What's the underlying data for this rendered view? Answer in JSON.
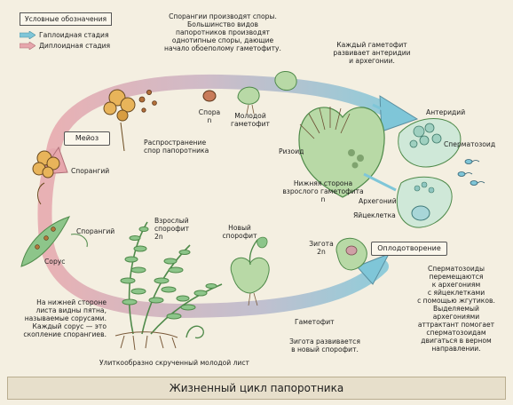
{
  "legend": {
    "title": "Условные обозначения",
    "haploid": "Гаплоидная стадия",
    "diploid": "Диплоидная стадия"
  },
  "colors": {
    "haploid": "#7fc6d8",
    "diploid": "#e6a6ac",
    "background": "#f4efe1",
    "leaf": "#8dc58a",
    "leaf_dark": "#4f8a4a",
    "sporangium": "#e8b45a",
    "gametophyte": "#b8d9a6"
  },
  "boxes": {
    "meiosis": "Мейоз",
    "fertilization": "Оплодотворение"
  },
  "labels": {
    "sporangia_intro": [
      "Спорангии производят споры.",
      "Большинство видов",
      "папоротников производят",
      "однотипные споры, дающие",
      "начало обоеполому гаметофиту."
    ],
    "each_gametophyte": [
      "Каждый гаметофит",
      "развивает антеридии",
      "и архегонии."
    ],
    "antheridium": "Антеридий",
    "spermatozoid": "Сперматозоид",
    "spore": [
      "Спора",
      "n"
    ],
    "young_gametophyte": [
      "Молодой",
      "гаметофит"
    ],
    "spore_dispersal": [
      "Распространение",
      "спор папоротника"
    ],
    "sporangium": "Спорангий",
    "rhizoid": "Ризоид",
    "underside": [
      "Нижняя сторона",
      "взрослого гаметофита",
      "n"
    ],
    "archegonium": "Архегоний",
    "egg_cell": "Яйцеклетка",
    "sporangium2": "Спорангий",
    "adult_sporophyte": [
      "Взрослый",
      "спорофит",
      "2n"
    ],
    "new_sporophyte": [
      "Новый",
      "спорофит"
    ],
    "zygote": [
      "Зигота",
      "2n"
    ],
    "sorus": "Сорус",
    "sori_note": [
      "На нижней стороне",
      "листа видны пятна,",
      "называемые сорусами.",
      "Каждый сорус — это",
      "скопление спорангиев."
    ],
    "gametophyte": "Гаметофит",
    "zygote_develops": [
      "Зигота развивается",
      "в новый спорофит."
    ],
    "sperm_note": [
      "Сперматозоиды",
      "перемещаются",
      "к архегониям",
      "с яйцеклетками",
      "с помощью жгутиков.",
      "Выделяемый",
      "архегониями",
      "аттрактант помогает",
      "сперматозоидам",
      "двигаться в верном",
      "направлении."
    ],
    "curled_leaf": "Улиткообразно скрученный молодой лист"
  },
  "footer": "Жизненный цикл папоротника"
}
